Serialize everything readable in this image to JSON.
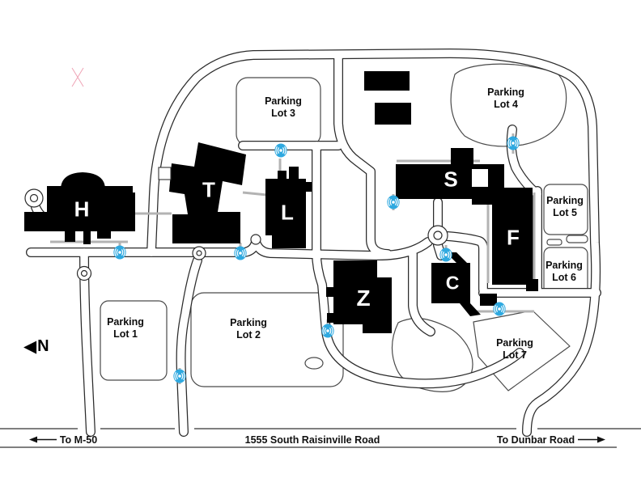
{
  "map_type": "campus-map",
  "buildings": [
    {
      "letter": "H"
    },
    {
      "letter": "T"
    },
    {
      "letter": "L"
    },
    {
      "letter": "S"
    },
    {
      "letter": "F"
    },
    {
      "letter": "Z"
    },
    {
      "letter": "C"
    }
  ],
  "parking_lots": [
    {
      "line1": "Parking",
      "line2": "Lot 1"
    },
    {
      "line1": "Parking",
      "line2": "Lot 2"
    },
    {
      "line1": "Parking",
      "line2": "Lot 3"
    },
    {
      "line1": "Parking",
      "line2": "Lot 4"
    },
    {
      "line1": "Parking",
      "line2": "Lot 5"
    },
    {
      "line1": "Parking",
      "line2": "Lot 6"
    },
    {
      "line1": "Parking",
      "line2": "Lot 7"
    }
  ],
  "road_labels": {
    "west": "To M-50",
    "address": "1555 South Raisinville Road",
    "east": "To Dunbar Road"
  },
  "compass": {
    "label": "N"
  },
  "icons": {
    "north_arrow": "◀",
    "emergency_phone": "((•))",
    "west_arrow": "left-arrow",
    "east_arrow": "right-arrow",
    "crop_mark": "X"
  },
  "colors": {
    "building_black": "#000000",
    "emergency_phone_blue": "#2fa9e0",
    "road_outline": "#2b2b2b",
    "sidewalk_gray": "#b3b3b3",
    "crop_mark_pink": "#efa3b5"
  }
}
